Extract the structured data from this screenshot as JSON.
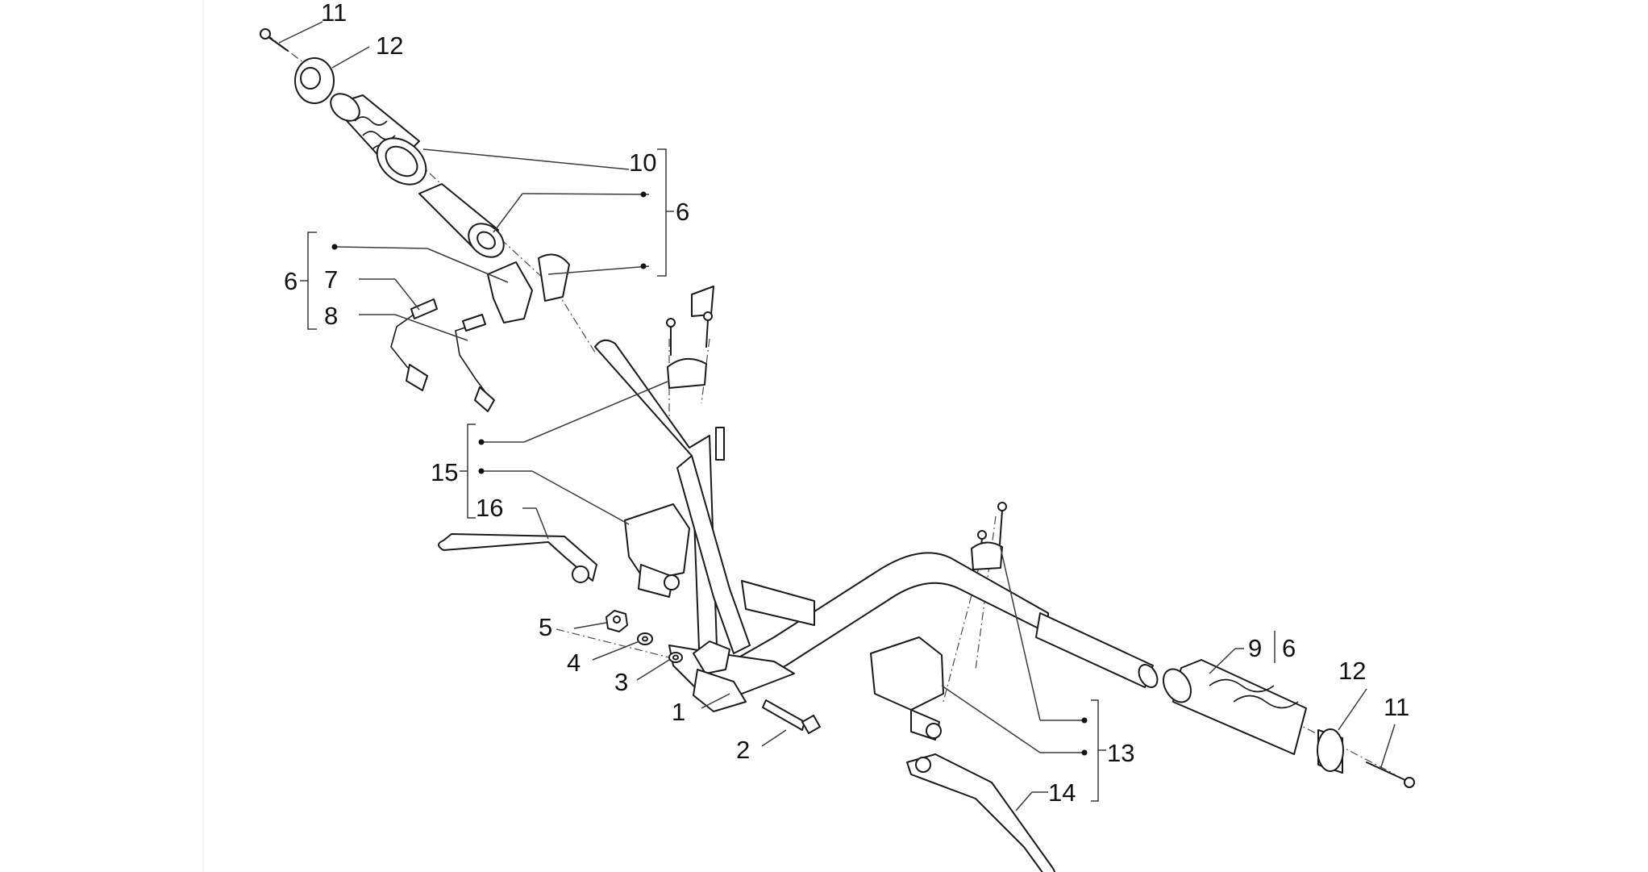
{
  "diagram": {
    "callouts": {
      "c1": "1",
      "c2": "2",
      "c3": "3",
      "c4": "4",
      "c5": "5",
      "c6_top": "6",
      "c6_left": "6",
      "c6_right": "6",
      "c7": "7",
      "c8": "8",
      "c9": "9",
      "c10": "10",
      "c11_top": "11",
      "c11_right": "11",
      "c12_top": "12",
      "c12_right": "12",
      "c13": "13",
      "c14": "14",
      "c15": "15",
      "c16": "16"
    }
  }
}
